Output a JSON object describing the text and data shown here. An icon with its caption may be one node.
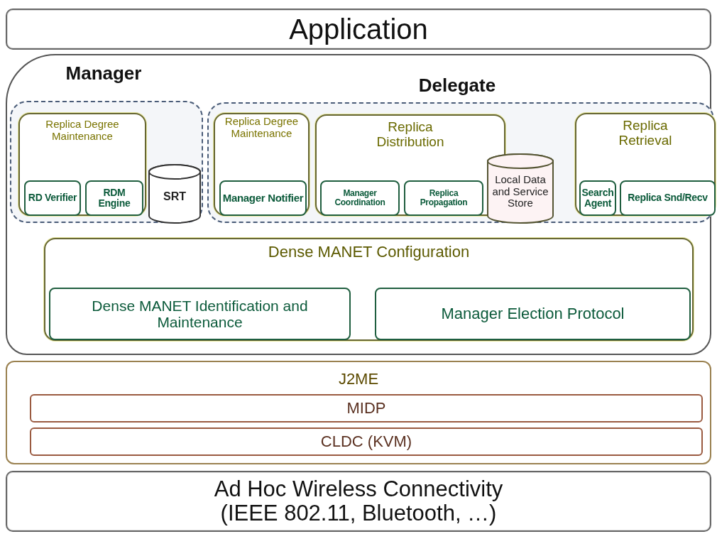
{
  "diagram": {
    "nodes": [
      {
        "text": [
          "Application"
        ]
      },
      {
        "text": [],
        "shape": "box"
      },
      {
        "text": [
          "Manager"
        ],
        "in": 1
      },
      {
        "text": [
          "Replica Degree Maintenance"
        ],
        "in": 2
      },
      {
        "text": [
          "RD Verifier"
        ],
        "in": 3
      },
      {
        "text": [
          "RDM Engine"
        ],
        "in": 3
      },
      {
        "text": [
          "SRT"
        ],
        "in": 2
      },
      {
        "text": [
          "Delegate"
        ],
        "in": 1
      },
      {
        "text": [
          "Replica Degree Maintenance"
        ],
        "in": 7
      },
      {
        "text": [
          "Manager Notifier"
        ],
        "in": 8
      },
      {
        "text": [
          "Replica Distribution"
        ],
        "in": 7
      },
      {
        "text": [
          "Manager Coordination"
        ],
        "in": 10
      },
      {
        "text": [
          "Replica Propagation"
        ],
        "in": 10
      },
      {
        "text": [
          "Local Data and Service Store"
        ],
        "in": 7
      },
      {
        "text": [
          "Replica Retrieval"
        ],
        "in": 7
      },
      {
        "text": [
          "Search Agent"
        ],
        "in": 14
      },
      {
        "text": [
          "Replica Snd/Recv"
        ],
        "in": 14
      },
      {
        "text": [
          "Dense MANET Configuration"
        ],
        "in": 1
      },
      {
        "text": [
          "Dense MANET Identification and Maintenance"
        ],
        "in": 17
      },
      {
        "text": [
          "Manager Election Protocol"
        ],
        "in": 17
      },
      {
        "text": [
          "J2ME"
        ]
      },
      {
        "text": [
          "MIDP"
        ],
        "in": 20
      },
      {
        "text": [
          "CLDC (KVM)"
        ],
        "in": 20
      },
      {
        "text": [
          "Ad Hoc Wireless Connectivity (IEEE 802.11, Bluetooth, …)"
        ]
      }
    ],
    "edges": []
  }
}
